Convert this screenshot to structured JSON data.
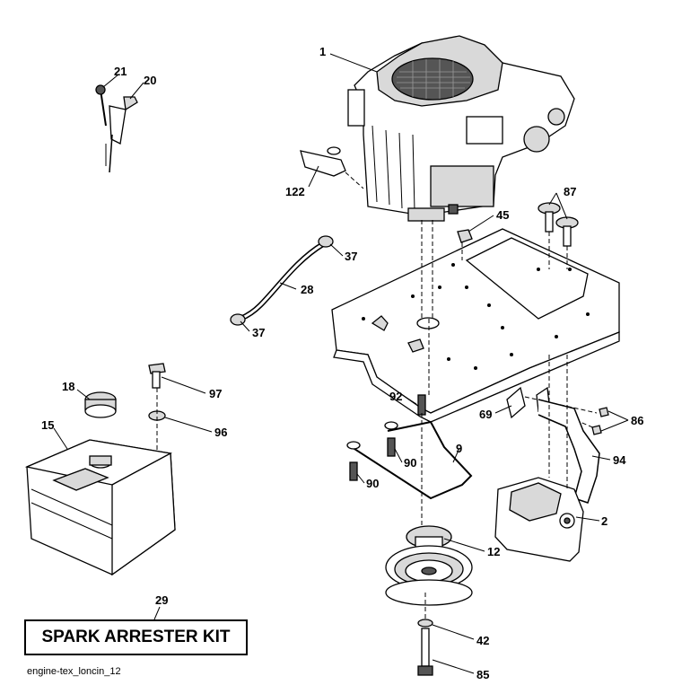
{
  "kit_label": "SPARK ARRESTER KIT",
  "caption": "engine-tex_loncin_12",
  "labels": {
    "p1": "1",
    "p2": "2",
    "p9": "9",
    "p12": "12",
    "p15": "15",
    "p18": "18",
    "p20": "20",
    "p21": "21",
    "p28": "28",
    "p29": "29",
    "p37a": "37",
    "p37b": "37",
    "p42": "42",
    "p45": "45",
    "p69": "69",
    "p85": "85",
    "p86": "86",
    "p87": "87",
    "p90a": "90",
    "p90b": "90",
    "p92": "92",
    "p94": "94",
    "p96": "96",
    "p97": "97",
    "p122": "122"
  }
}
